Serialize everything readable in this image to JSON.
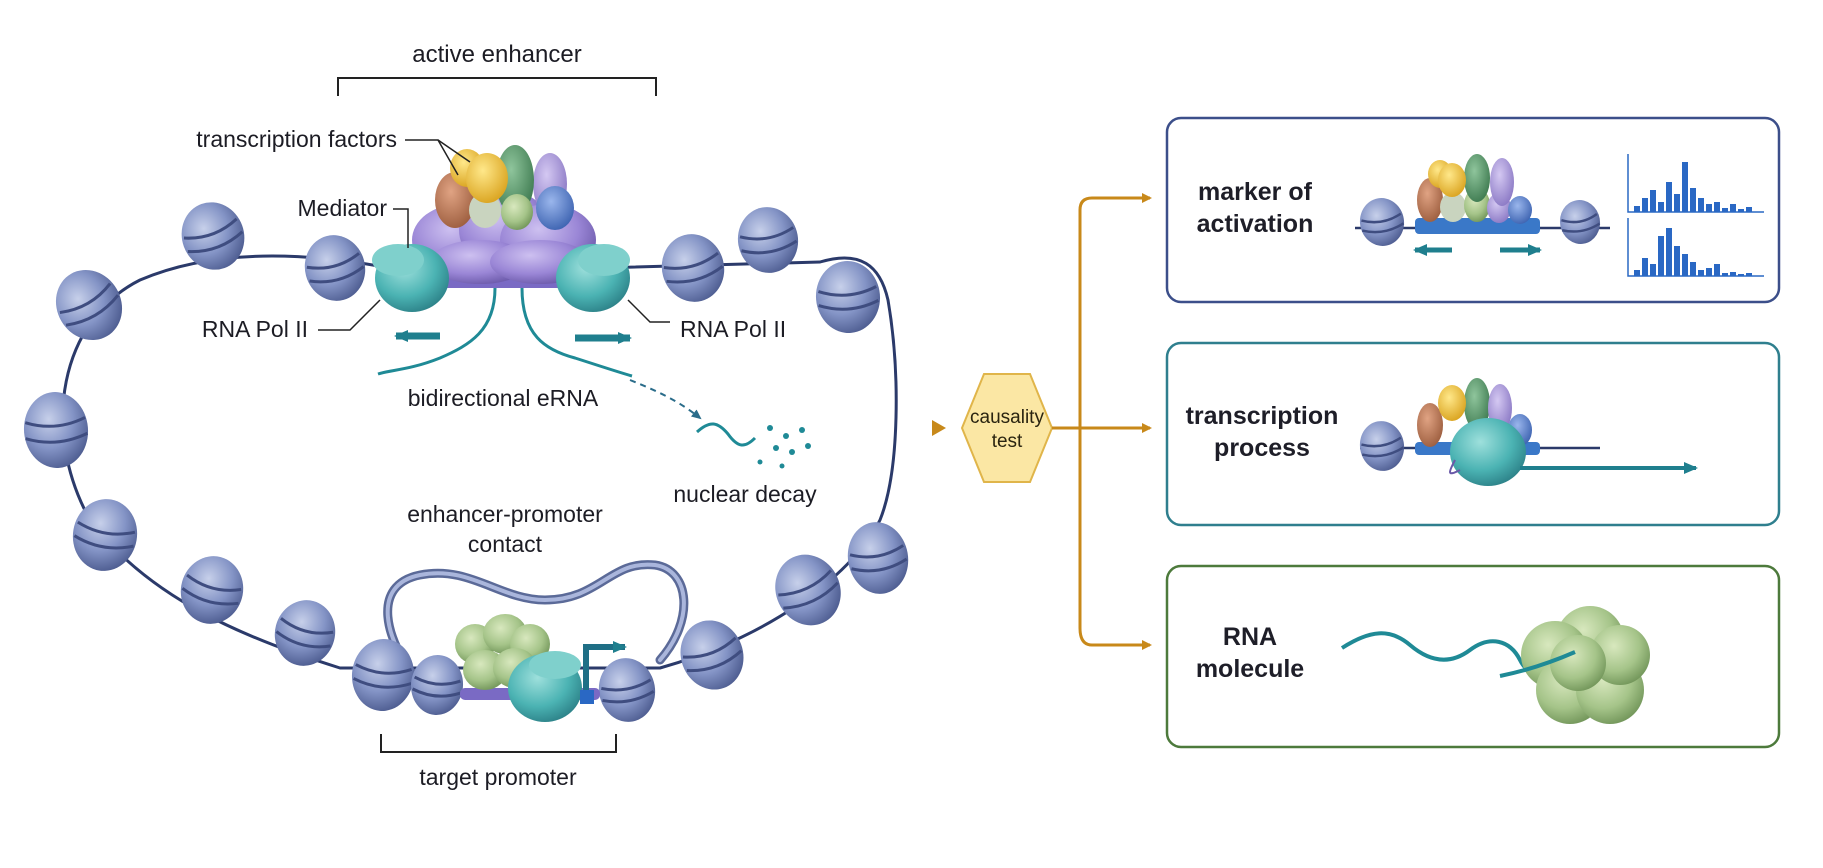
{
  "labels": {
    "active_enhancer": "active enhancer",
    "transcription_factors": "transcription factors",
    "mediator": "Mediator",
    "rna_pol_ii_left": "RNA Pol II",
    "rna_pol_ii_right": "RNA Pol II",
    "bidirectional_erna": "bidirectional eRNA",
    "nuclear_decay": "nuclear decay",
    "ep_contact_line1": "enhancer-promoter",
    "ep_contact_line2": "contact",
    "target_promoter": "target promoter",
    "causality_line1": "causality",
    "causality_line2": "test"
  },
  "outcomes": [
    {
      "line1": "marker of",
      "line2": "activation",
      "border": "#3c4f8a"
    },
    {
      "line1": "transcription",
      "line2": "process",
      "border": "#2f7f8e"
    },
    {
      "line1": "RNA",
      "line2": "molecule",
      "border": "#4d7a3c"
    }
  ],
  "colors": {
    "nucleosome": "#7f8fbf",
    "mediator": "#9a8ad4",
    "pol_ii": "#4fb2b2",
    "arrow_gold": "#c8891a",
    "hexagon": "#fbe7a4",
    "erna": "#1f8a96",
    "histogram": "#2a68c4"
  }
}
